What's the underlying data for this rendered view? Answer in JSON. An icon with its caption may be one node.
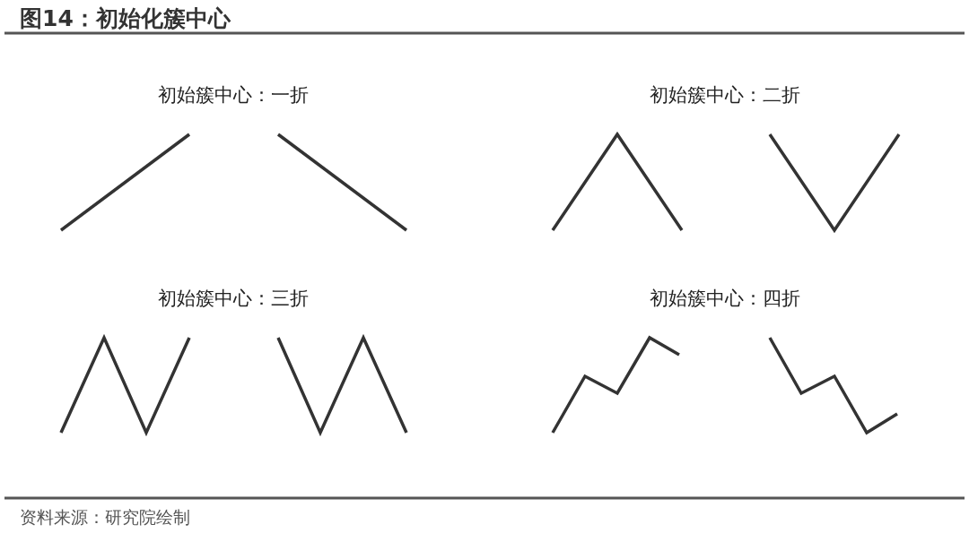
{
  "diagram": {
    "title": "图14：初始化簇中心",
    "caption": "资料来源：研究院绘制",
    "labels": [
      "初始簇中心：一折",
      "初始簇中心：二折",
      "初始簇中心：三折",
      "初始簇中心：四折"
    ]
  }
}
